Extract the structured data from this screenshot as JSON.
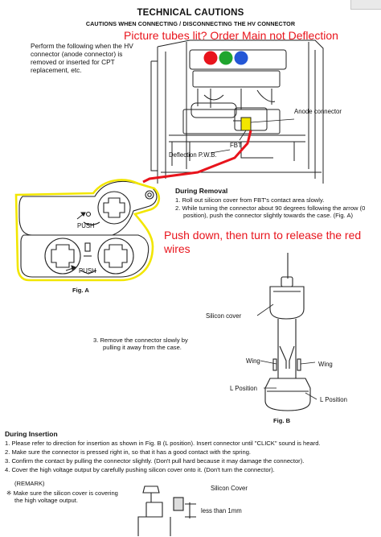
{
  "header": {
    "title": "TECHNICAL CAUTIONS",
    "subtitle": "CAUTIONS WHEN CONNECTING / DISCONNECTING THE HV CONNECTOR"
  },
  "annotations": {
    "red_note_top": "Picture tubes lit? Order Main not Deflection",
    "red_note_mid": "Push down, then turn to release the red wires",
    "annotation_color": "#e8141c",
    "highlight_color": "#f2e600"
  },
  "intro_text": "Perform the following when the HV connector (anode connector) is removed or inserted for CPT replacement, etc.",
  "top_figure": {
    "labels": {
      "anode": "Anode connector",
      "fbt": "FBT",
      "deflection": "Deflection P.W.B."
    },
    "tube_colors": [
      "#e8141c",
      "#1fa52e",
      "#2457d6"
    ]
  },
  "removal": {
    "heading": "During Removal",
    "steps": [
      "1.  Roll out silicon cover from FBT's contact area slowly.",
      "2.  While turning the connector about 90 degrees following the arrow (0 position), push the connector slightly towards the case. (Fig. A)"
    ],
    "step3": "3.  Remove the connector slowly by pulling it away from the case."
  },
  "fig_a": {
    "caption": "Fig. A",
    "push_label": "PUSH"
  },
  "fig_b": {
    "caption": "Fig. B",
    "labels": {
      "silicon_cover": "Silicon cover",
      "wing_left": "Wing",
      "wing_right": "Wing",
      "l_pos_left": "L Position",
      "l_pos_right": "L Position"
    }
  },
  "insertion": {
    "heading": "During Insertion",
    "steps": [
      "1.  Please refer to direction for insertion as shown in Fig. B (L position). Insert connector until \"CLICK\" sound is heard.",
      "2.  Make sure the connector is pressed right in, so that it has a good contact with the spring.",
      "3.  Confirm the contact by pulling the connector slightly. (Don't pull hard because it may damage the connector).",
      "4.  Cover the high voltage output by carefully pushing silicon cover onto it. (Don't turn the connector)."
    ]
  },
  "remark": {
    "heading": "(REMARK)",
    "text": "※  Make sure the silicon cover is covering the high voltage output.",
    "labels": {
      "silicon_cover": "Silicon Cover",
      "dimension": "less than 1mm"
    }
  }
}
